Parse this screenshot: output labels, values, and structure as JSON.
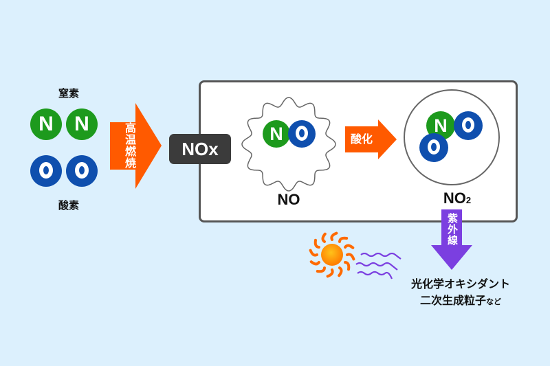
{
  "colors": {
    "background": "#dcf0fd",
    "nitrogen": "#1d9a1d",
    "oxygen": "#0f4fae",
    "arrow_orange": "#ff5a00",
    "uv_purple": "#7b3fe0",
    "nox_box": "#3b3b3b",
    "panel_border": "#555555"
  },
  "reactants": {
    "nitrogen_label": "窒素",
    "nitrogen_atoms": [
      "N",
      "N"
    ],
    "oxygen_label": "酸素",
    "oxygen_atoms": [
      "O",
      "O"
    ]
  },
  "combustion_arrow": {
    "label": "高温燃焼"
  },
  "nox_badge": {
    "label": "NOx"
  },
  "no_molecule": {
    "atoms": [
      "N",
      "O"
    ],
    "label": "NO"
  },
  "oxidation_arrow": {
    "label": "酸化"
  },
  "no2_molecule": {
    "atoms": [
      "N",
      "O",
      "O"
    ],
    "label": "NO",
    "subscript": "2"
  },
  "uv_arrow": {
    "label": "紫外線"
  },
  "products": {
    "line1": "光化学オキシダント",
    "line2": "二次生成粒子",
    "line2_suffix": "など"
  }
}
